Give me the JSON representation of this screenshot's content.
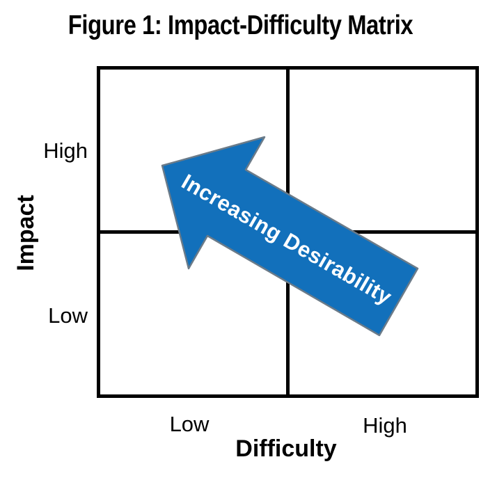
{
  "figure": {
    "title": "Figure 1: Impact-Difficulty Matrix"
  },
  "matrix": {
    "y_axis": {
      "label": "Impact",
      "ticks": [
        "High",
        "Low"
      ]
    },
    "x_axis": {
      "label": "Difficulty",
      "ticks": [
        "Low",
        "High"
      ]
    }
  },
  "arrow": {
    "label": "Increasing Desirability",
    "direction": "up-left",
    "fill_color": "#1270BB",
    "outline_color": "#6B7B89",
    "text_color": "#FFFFFF"
  },
  "colors": {
    "grid_line": "#000000",
    "background": "#FFFFFF",
    "text": "#000000"
  }
}
